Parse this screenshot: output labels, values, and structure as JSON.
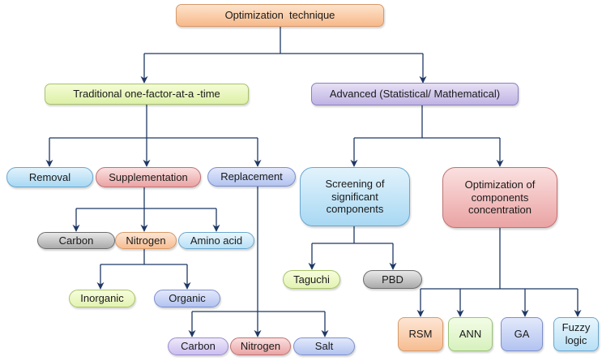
{
  "diagram": {
    "root": "Optimization  technique",
    "traditional": "Traditional one-factor-at-a -time",
    "advanced": "Advanced (Statistical/ Mathematical)",
    "removal": "Removal",
    "supplementation": "Supplementation",
    "replacement": "Replacement",
    "screening": "Screening of significant components",
    "optimization_conc": "Optimization of components concentration",
    "supp_carbon": "Carbon",
    "supp_nitrogen": "Nitrogen",
    "supp_amino": "Amino acid",
    "inorganic": "Inorganic",
    "organic": "Organic",
    "taguchi": "Taguchi",
    "pbd": "PBD",
    "rsm": "RSM",
    "ann": "ANN",
    "ga": "GA",
    "fuzzy": "Fuzzy logic",
    "rep_carbon": "Carbon",
    "rep_nitrogen": "Nitrogen",
    "rep_salt": "Salt"
  }
}
